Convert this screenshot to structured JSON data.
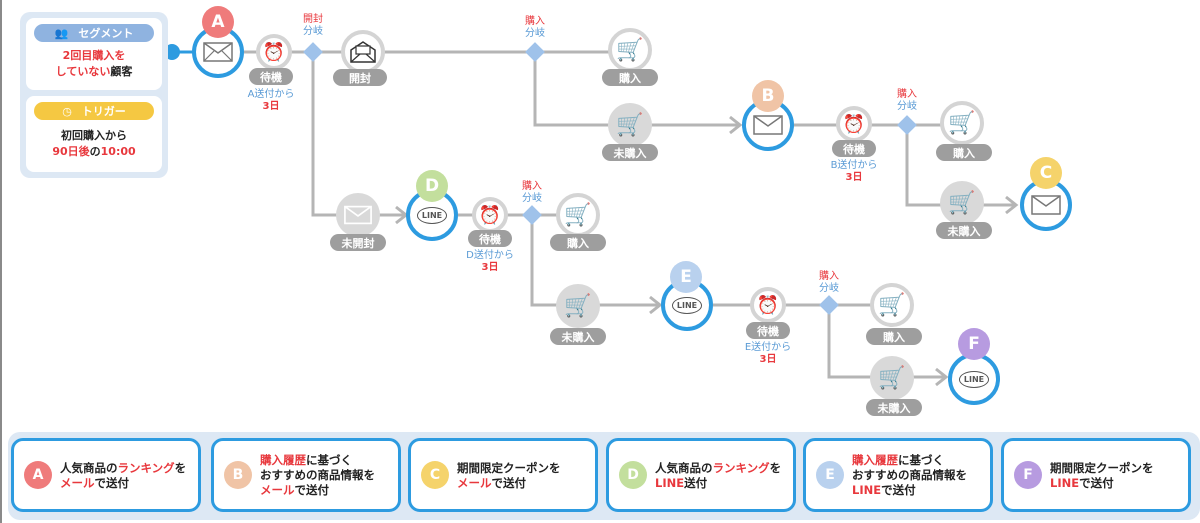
{
  "segment": {
    "label": "セグメント",
    "icon": "users-icon",
    "color": "#8fb3e0",
    "line1": "2回目購入を",
    "line2_red": "していない",
    "line2_black": "顧客"
  },
  "trigger": {
    "label": "トリガー",
    "icon": "clock-icon",
    "color": "#f5c842",
    "line1": "初回購入から",
    "line2_red1": "90日後",
    "line2_black": "の",
    "line2_red2": "10:00"
  },
  "badge_colors": {
    "A": "#ef7b7b",
    "B": "#f0c4a6",
    "C": "#f5d36b",
    "D": "#c3df9d",
    "E": "#b9d1ee",
    "F": "#b79be0"
  },
  "nodes": {
    "A": {
      "letter": "A",
      "channel": "mail"
    },
    "B": {
      "letter": "B",
      "channel": "mail"
    },
    "C": {
      "letter": "C",
      "channel": "mail"
    },
    "D": {
      "letter": "D",
      "channel": "LINE"
    },
    "E": {
      "letter": "E",
      "channel": "LINE"
    },
    "F": {
      "letter": "F",
      "channel": "LINE"
    }
  },
  "line_logo_text": "LINE",
  "wait_label": "待機",
  "waits": [
    {
      "from": "A送付から",
      "days": "3日"
    },
    {
      "from": "B送付から",
      "days": "3日"
    },
    {
      "from": "D送付から",
      "days": "3日"
    },
    {
      "from": "E送付から",
      "days": "3日"
    }
  ],
  "branches": {
    "open": {
      "top": "開封",
      "bottom": "分岐"
    },
    "purchase": {
      "top": "購入",
      "bottom": "分岐"
    }
  },
  "outcomes": {
    "opened": "開封",
    "unopened": "未開封",
    "purchased": "購入",
    "not_purchased": "未購入"
  },
  "legend": [
    {
      "letter": "A",
      "parts": [
        [
          "人気商品の",
          ""
        ],
        [
          "ランキング",
          "red"
        ],
        [
          "を",
          ""
        ]
      ],
      "line2": [
        [
          "メール",
          "red"
        ],
        [
          "で送付",
          ""
        ]
      ]
    },
    {
      "letter": "B",
      "parts": [
        [
          "購入履歴",
          "red"
        ],
        [
          "に基づく",
          ""
        ]
      ],
      "line2": [
        [
          "おすすめの商品情報を",
          ""
        ]
      ],
      "line3": [
        [
          "メール",
          "red"
        ],
        [
          "で送付",
          ""
        ]
      ]
    },
    {
      "letter": "C",
      "parts": [
        [
          "期間限定クーポンを",
          ""
        ]
      ],
      "line2": [
        [
          "メール",
          "red"
        ],
        [
          "で送付",
          ""
        ]
      ]
    },
    {
      "letter": "D",
      "parts": [
        [
          "人気商品の",
          ""
        ],
        [
          "ランキング",
          "red"
        ],
        [
          "を",
          ""
        ]
      ],
      "line2": [
        [
          "LINE",
          "red"
        ],
        [
          "送付",
          ""
        ]
      ]
    },
    {
      "letter": "E",
      "parts": [
        [
          "購入履歴",
          "red"
        ],
        [
          "に基づく",
          ""
        ]
      ],
      "line2": [
        [
          "おすすめの商品情報を",
          ""
        ]
      ],
      "line3": [
        [
          "LINE",
          "red"
        ],
        [
          "で送付",
          ""
        ]
      ]
    },
    {
      "letter": "F",
      "parts": [
        [
          "期間限定クーポンを",
          ""
        ]
      ],
      "line2": [
        [
          "LINE",
          "red"
        ],
        [
          "で送付",
          ""
        ]
      ]
    }
  ]
}
